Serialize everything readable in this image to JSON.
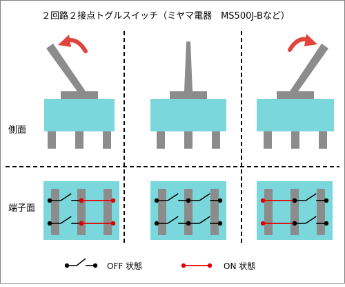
{
  "title": "２回路２接点トグルスイッチ（ミヤマ電器　MS500J-Bなど）",
  "row_labels": {
    "side": "側面",
    "terminal": "端子面"
  },
  "legend": {
    "off_label": "OFF 状態",
    "on_label": "ON 状態"
  },
  "states": [
    {
      "lever": "left",
      "rows": [
        [
          "off",
          "on"
        ],
        [
          "off",
          "on"
        ]
      ]
    },
    {
      "lever": "center",
      "rows": [
        [
          "off",
          "off"
        ],
        [
          "off",
          "off"
        ]
      ]
    },
    {
      "lever": "right",
      "rows": [
        [
          "on",
          "off"
        ],
        [
          "on",
          "off"
        ]
      ]
    }
  ],
  "colors": {
    "body": "#7ad8dc",
    "metal": "#8c8c8c",
    "arrow": "#e0443c",
    "on_line": "#e00000",
    "off_line": "#000000"
  }
}
